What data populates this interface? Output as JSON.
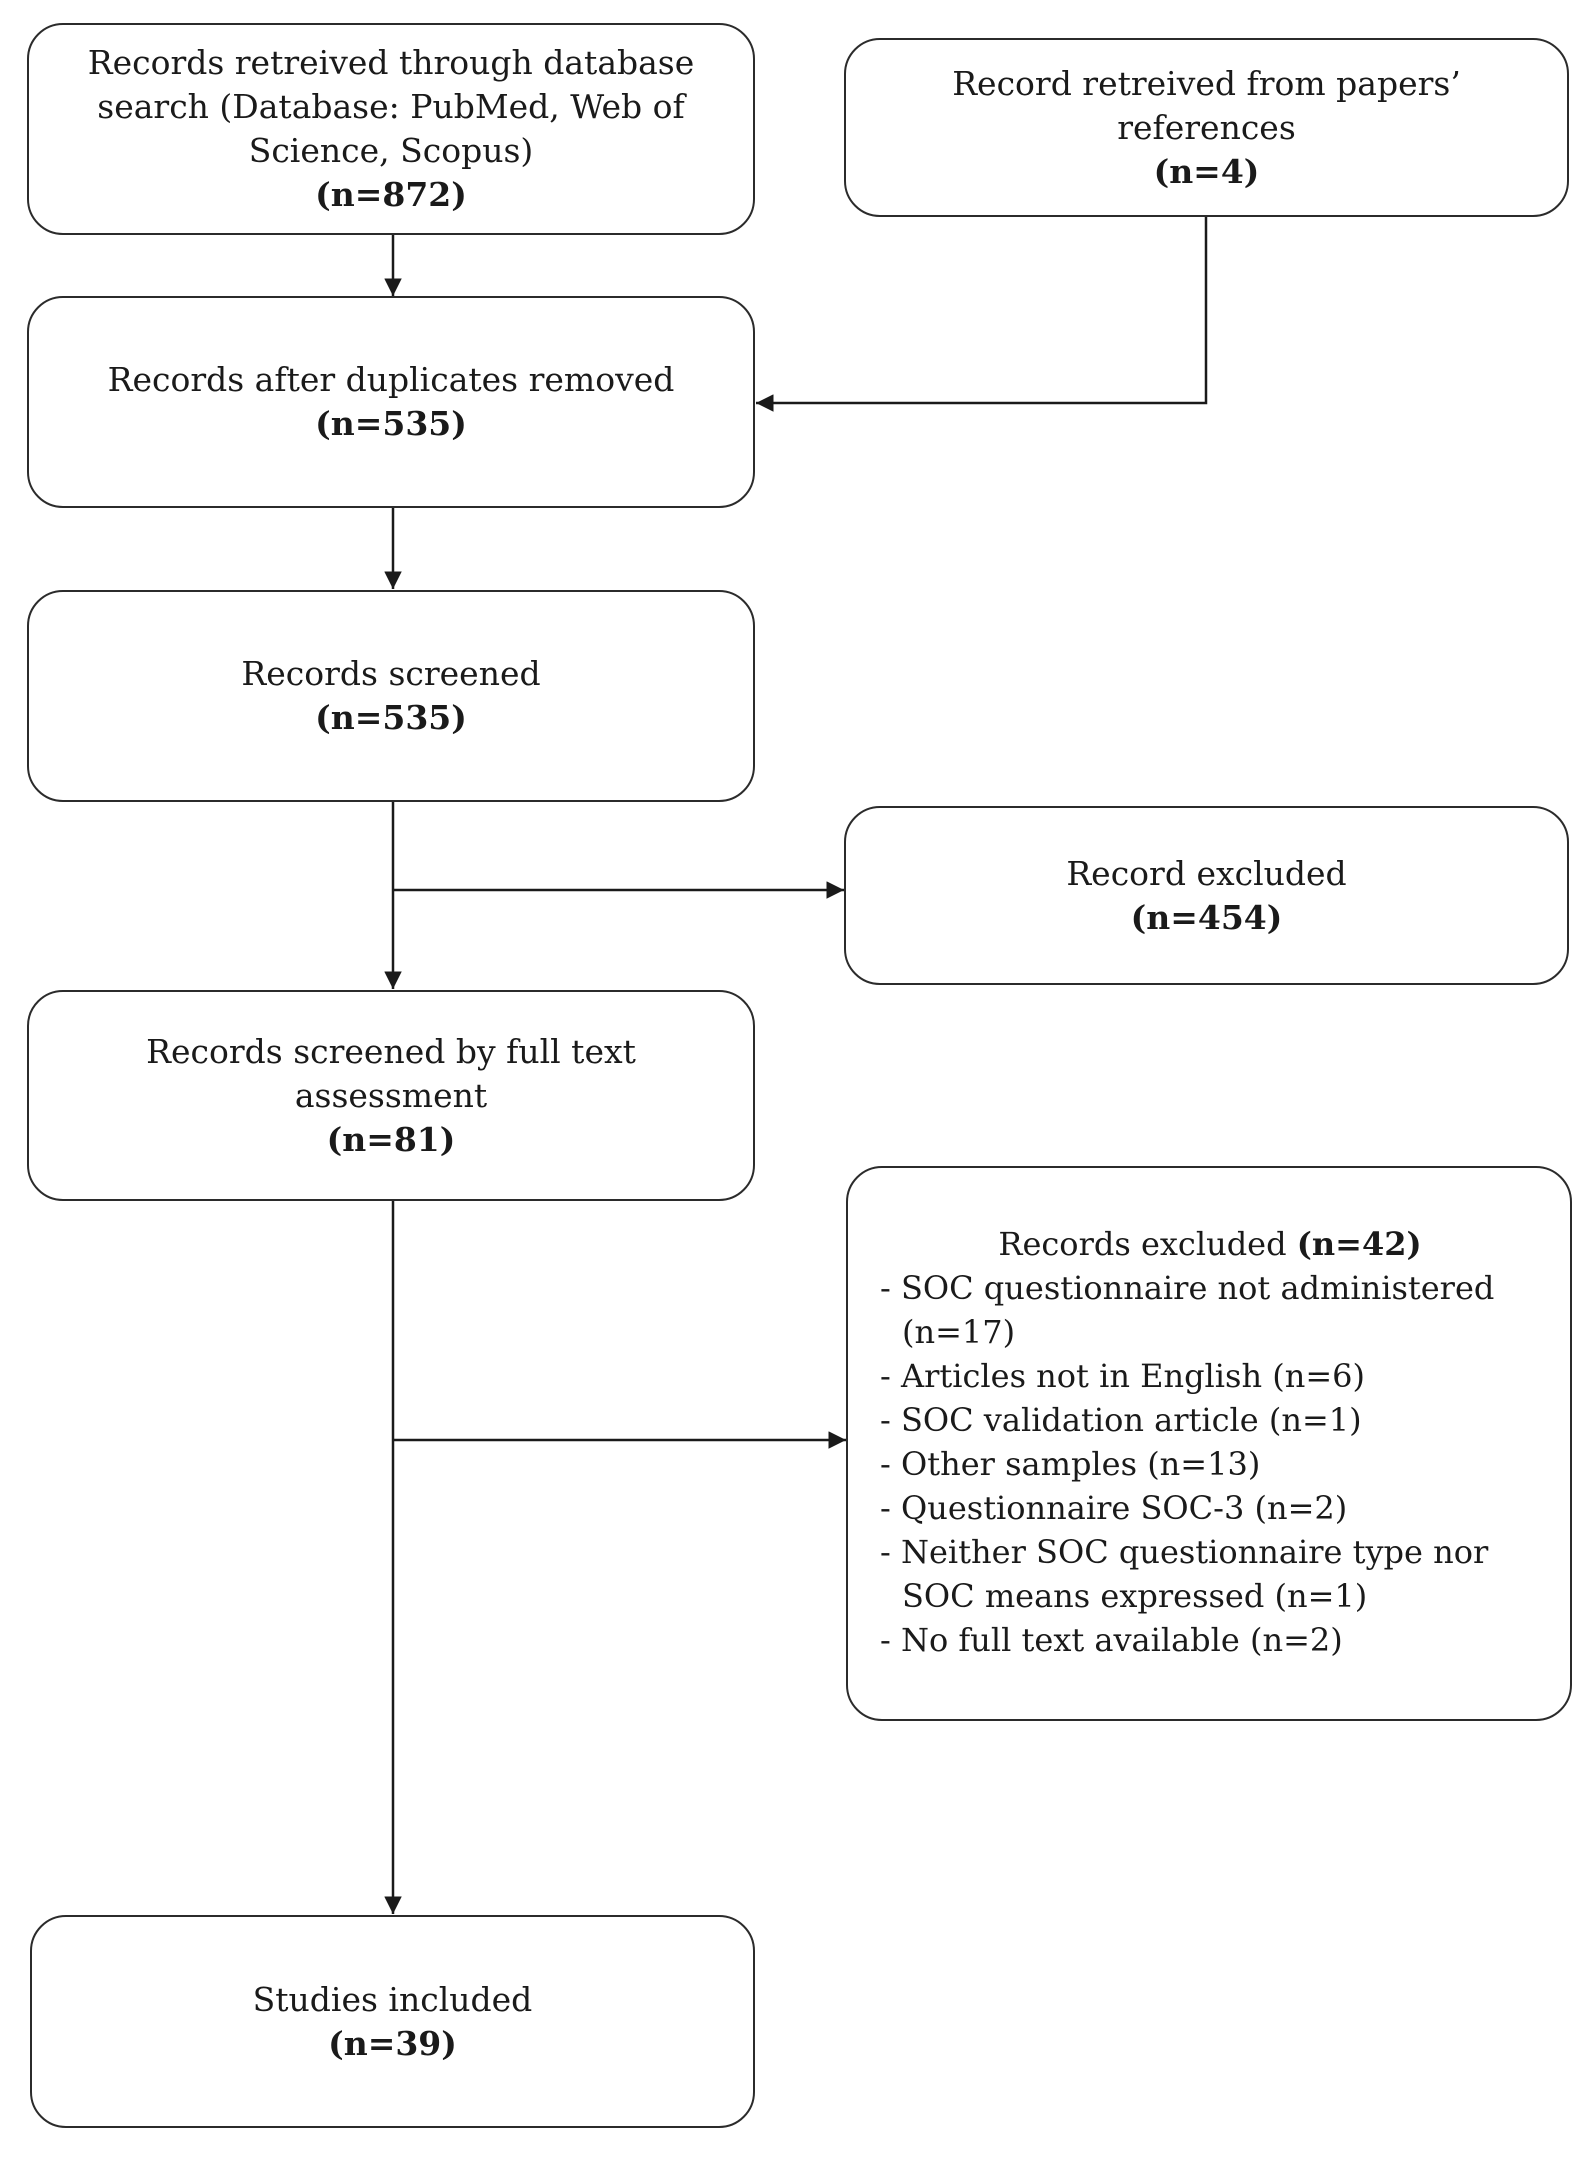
{
  "boxes": {
    "db_search": {
      "title": "Records retreived through database search (Database: PubMed, Web of Science, Scopus)",
      "count": "(n=872)"
    },
    "references": {
      "title": "Record retreived from papers’ references",
      "count": "(n=4)"
    },
    "dedup": {
      "title": "Records after duplicates removed",
      "count": "(n=535)"
    },
    "screened": {
      "title": "Records screened",
      "count": "(n=535)"
    },
    "excluded1": {
      "title": "Record excluded",
      "count": "(n=454)"
    },
    "fulltext": {
      "title": "Records screened by full text assessment",
      "count": "(n=81)"
    },
    "excluded2": {
      "title": "Records excluded",
      "count": "(n=42)",
      "reasons": [
        "- SOC questionnaire  not administered (n=17)",
        "- Articles not in English (n=6)",
        "- SOC validation article (n=1)",
        "- Other samples  (n=13)",
        "- Questionnaire SOC-3 (n=2)",
        "- Neither SOC questionnaire  type nor SOC means expressed  (n=1)",
        "- No full text available (n=2)"
      ]
    },
    "included": {
      "title": "Studies included",
      "count": "(n=39)"
    }
  }
}
